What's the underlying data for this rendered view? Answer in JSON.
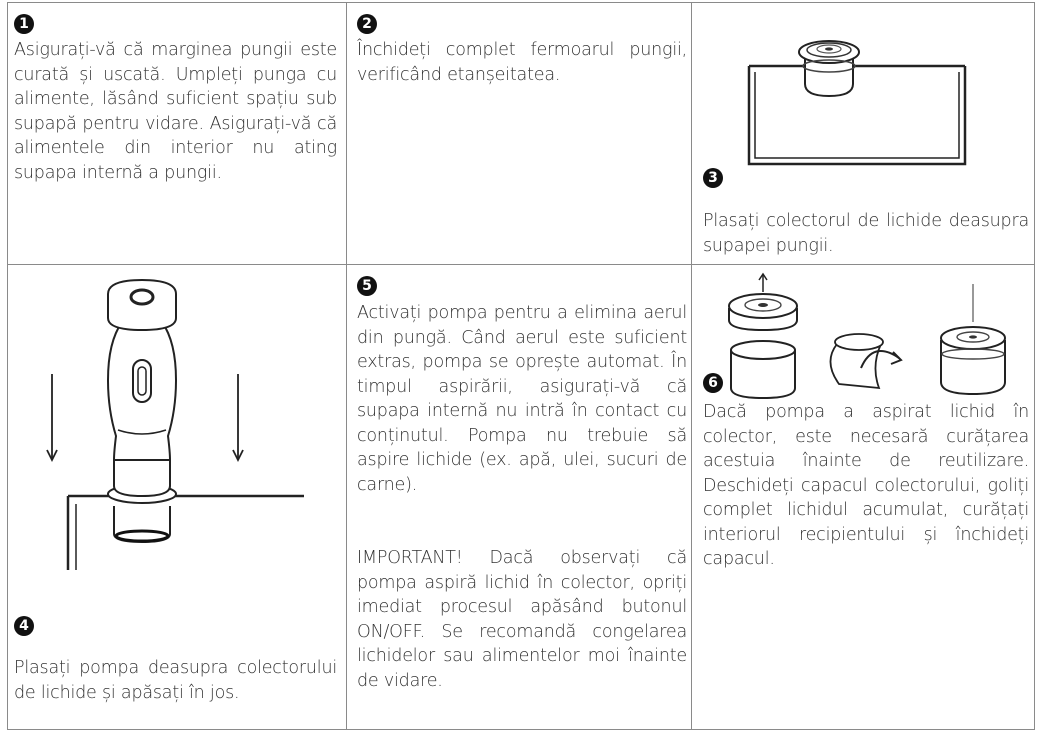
{
  "steps": [
    {
      "number": "1",
      "text": "Asigurați-vă că marginea pungii este curată și uscată. Umpleți punga cu alimente, lăsând suficient spațiu sub supapă pentru vidare. Asigurați-vă că alimentele din interior nu ating supapa internă a pungii."
    },
    {
      "number": "2",
      "text": "Închideți complet fermoarul pungii, verificând etanșeitatea."
    },
    {
      "number": "3",
      "text": "Plasați colectorul de lichide deasupra supapei pungii."
    },
    {
      "number": "4",
      "text": "Plasați pompa deasupra colectorului de lichide și apăsați în jos."
    },
    {
      "number": "5",
      "text": "Activați pompa pentru a elimina aerul din pungă. Când aerul este suficient extras, pompa se oprește automat. În timpul aspirării, asigurați-vă că supapa internă nu intră în contact cu conținutul. Pompa nu trebuie să aspire lichide (ex. apă, ulei, sucuri de carne).",
      "important": "IMPORTANT! Dacă observați că pompa aspiră lichid în colector, opriți imediat procesul apăsând butonul ON/OFF. Se recomandă congelarea lichidelor sau alimentelor moi înainte de vidare."
    },
    {
      "number": "6",
      "text": "Dacă pompa a aspirat lichid în colector, este necesară curățarea acestuia înainte de reutilizare. Deschideți capacul colectorului, goliți complet lichidul acumulat, curățați interiorul recipientului și închideți capacul."
    }
  ]
}
